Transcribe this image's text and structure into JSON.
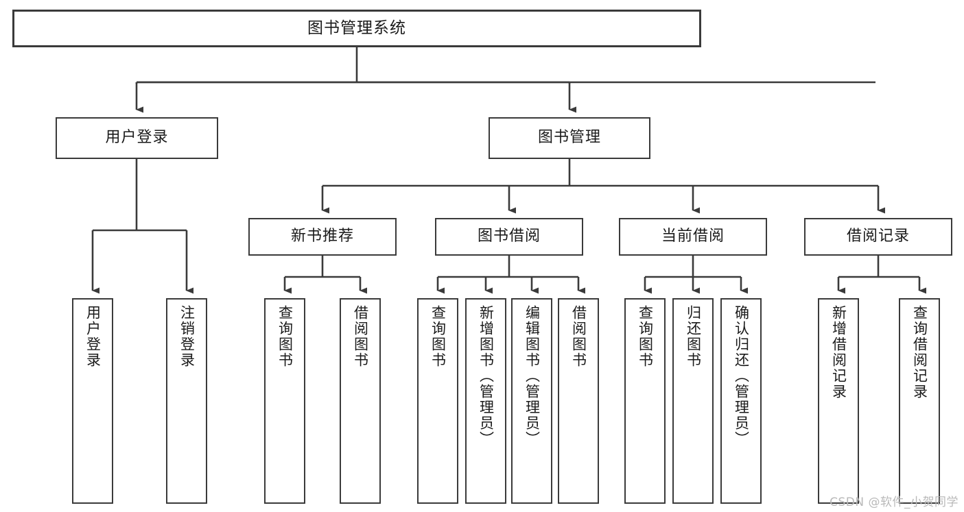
{
  "diagram": {
    "title": "图书管理系统",
    "type": "tree",
    "stroke_color": "#3a3a3a",
    "background_color": "#ffffff",
    "watermark": "CSDN @软件_小贺同学",
    "nodes": {
      "root": {
        "label": "图书管理系统"
      },
      "level1": [
        {
          "id": "user-login",
          "label": "用户登录"
        },
        {
          "id": "book-manage",
          "label": "图书管理"
        }
      ],
      "level2": [
        {
          "id": "new-book-recommend",
          "label": "新书推荐"
        },
        {
          "id": "book-borrow",
          "label": "图书借阅"
        },
        {
          "id": "current-borrow",
          "label": "当前借阅"
        },
        {
          "id": "borrow-record",
          "label": "借阅记录"
        }
      ],
      "leaves": [
        {
          "id": "leaf-user-login",
          "label": "用户登录",
          "parent": "user-login"
        },
        {
          "id": "leaf-logout-login",
          "label": "注销登录",
          "parent": "user-login"
        },
        {
          "id": "leaf-query-book-1",
          "label": "查询图书",
          "parent": "new-book-recommend"
        },
        {
          "id": "leaf-borrow-book-1",
          "label": "借阅图书",
          "parent": "new-book-recommend"
        },
        {
          "id": "leaf-query-book-2",
          "label": "查询图书",
          "parent": "book-borrow"
        },
        {
          "id": "leaf-add-book",
          "label": "新增图书（管理员）",
          "parent": "book-borrow"
        },
        {
          "id": "leaf-edit-book",
          "label": "编辑图书（管理员）",
          "parent": "book-borrow"
        },
        {
          "id": "leaf-borrow-book-2",
          "label": "借阅图书",
          "parent": "book-borrow"
        },
        {
          "id": "leaf-query-book-3",
          "label": "查询图书",
          "parent": "current-borrow"
        },
        {
          "id": "leaf-return-book",
          "label": "归还图书",
          "parent": "current-borrow"
        },
        {
          "id": "leaf-confirm-return",
          "label": "确认归还（管理员）",
          "parent": "current-borrow"
        },
        {
          "id": "leaf-add-record",
          "label": "新增借阅记录",
          "parent": "borrow-record"
        },
        {
          "id": "leaf-query-record",
          "label": "查询借阅记录",
          "parent": "borrow-record"
        }
      ]
    }
  }
}
